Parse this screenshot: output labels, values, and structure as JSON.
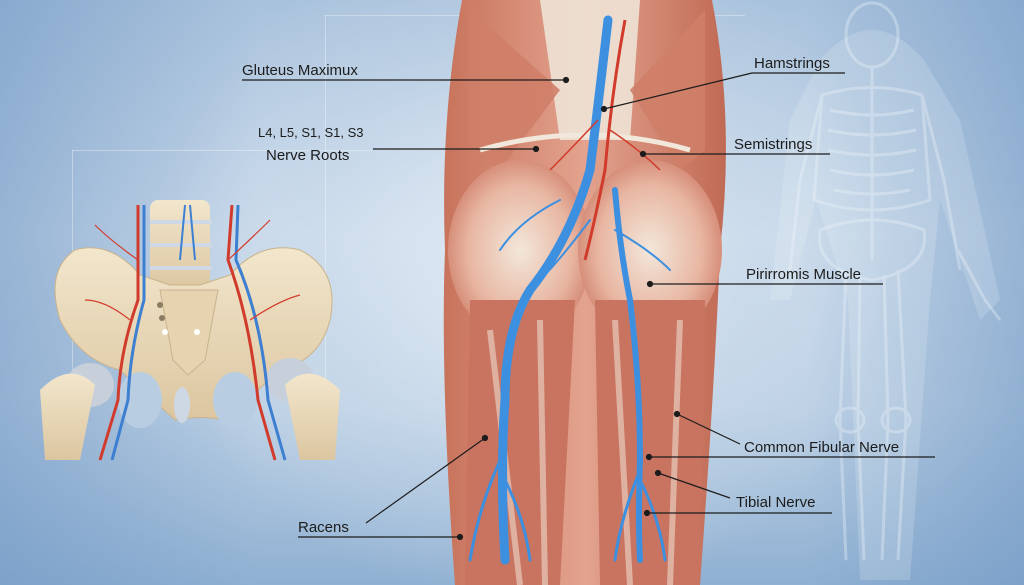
{
  "diagram": {
    "type": "anatomical-illustration",
    "subject": "Posterior view of hips and thighs with muscles and nerves",
    "labels": {
      "gluteus": "Gluteus Maximux",
      "nerve_roots_levels": "L4, L5, S1, S1, S3",
      "nerve_roots": "Nerve Roots",
      "hamstrings": "Hamstrings",
      "semistrings": "Semistrings",
      "piriformis": "Pirirromis Muscle",
      "common_fibular": "Common Fibular Nerve",
      "tibial": "Tibial Nerve",
      "racens": "Racens"
    },
    "insets": {
      "pelvis": "Anterior pelvis with arteries and veins",
      "skeleton": "Translucent full-body skeleton silhouette"
    },
    "colors": {
      "background": "#bcd0e4",
      "muscle": "#d98a72",
      "muscle_dark": "#b7614d",
      "tendon": "#efe2d2",
      "nerve_blue": "#3d8fe0",
      "artery_red": "#d13b2c",
      "bone": "#ecdcbf",
      "leader_line": "#1c1c1c"
    }
  }
}
